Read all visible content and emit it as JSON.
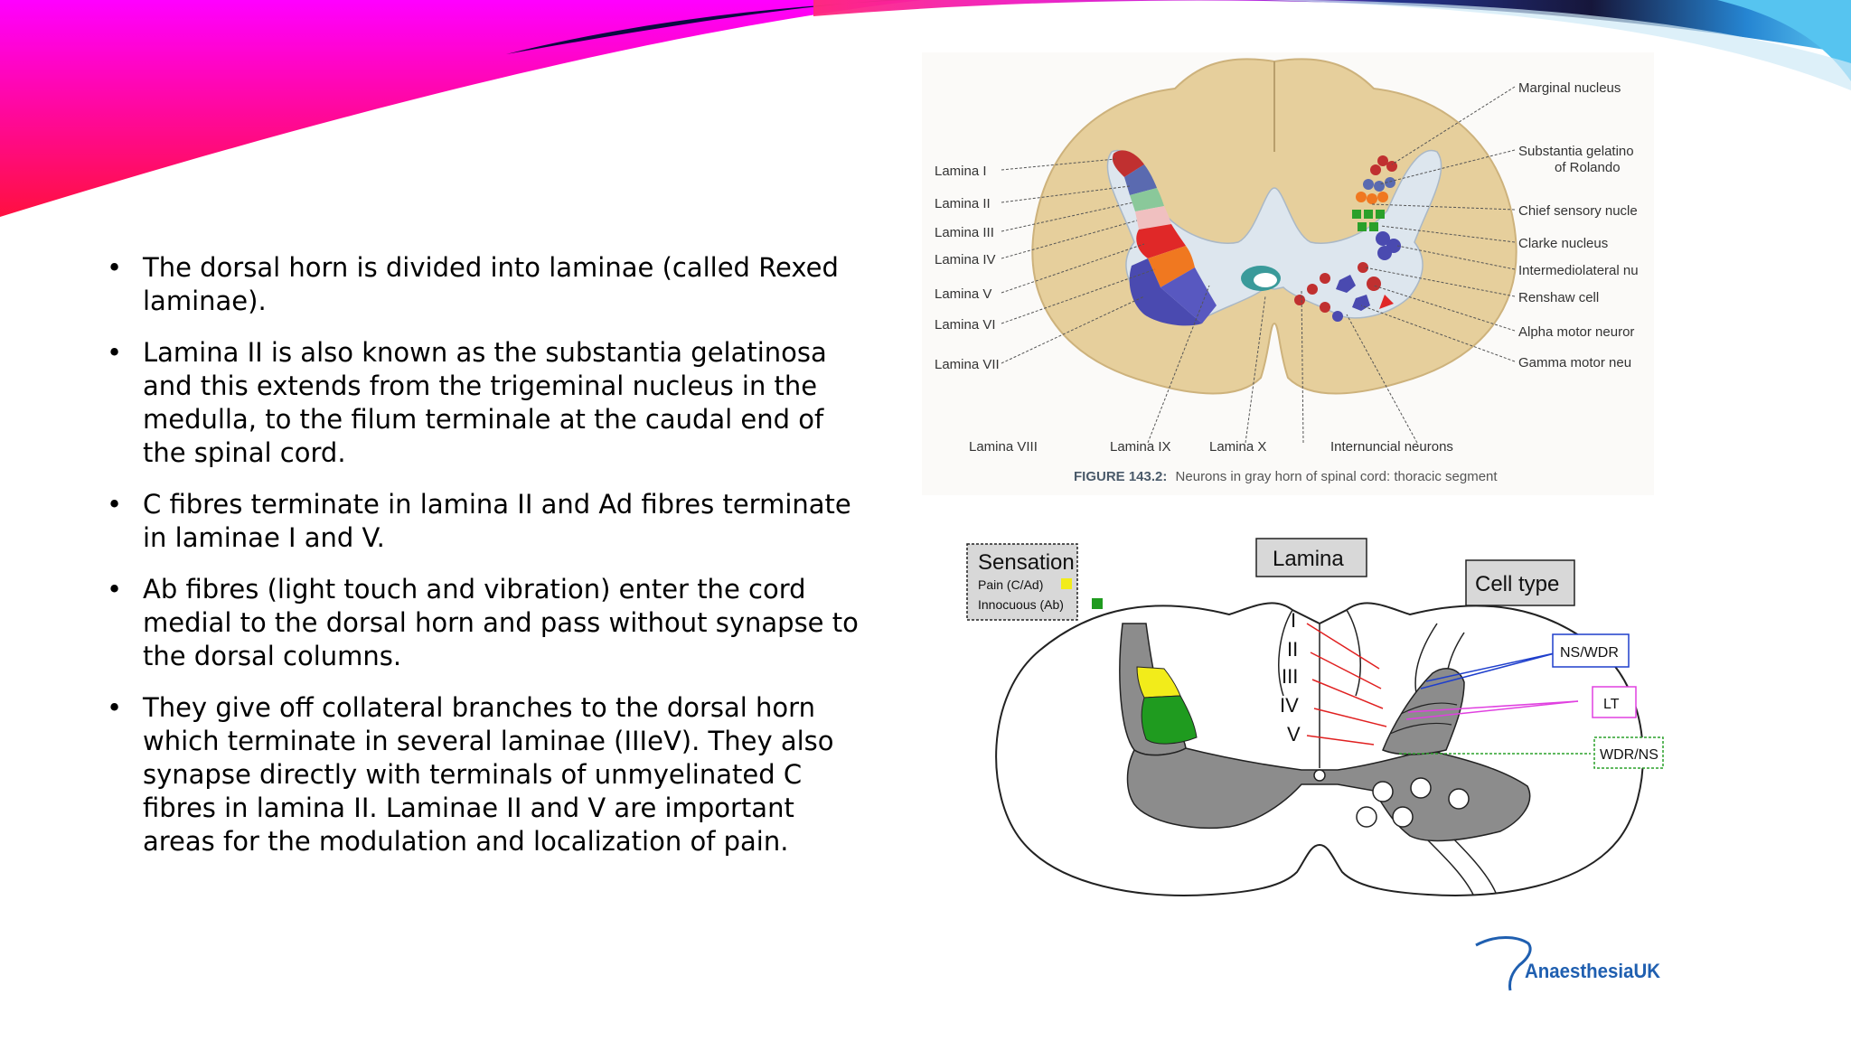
{
  "bullets": [
    "The dorsal horn is divided into laminae (called Rexed laminae).",
    "Lamina II is also known as the substantia gelatinosa and this extends from the trigeminal nucleus in the medulla, to the filum terminale at the caudal end of the spinal cord.",
    "C fibres terminate in lamina II and Ad fibres terminate in laminae I and V.",
    "Ab fibres (light touch and vibration) enter the cord medial to the dorsal horn and pass without synapse to the dorsal columns.",
    "They give off collateral branches to the dorsal horn which terminate in several laminae (IIIeV). They also synapse directly with terminals of unmyelinated C fibres in lamina II. Laminae II and V are important areas for the modulation and localization of pain."
  ],
  "figure1": {
    "left_labels": [
      "Lamina I",
      "Lamina II",
      "Lamina III",
      "Lamina IV",
      "Lamina V",
      "Lamina VI",
      "Lamina VII"
    ],
    "right_labels": [
      "Marginal nucleus",
      "Substantia gelatino",
      "of Rolando",
      "Chief sensory nucle",
      "Clarke nucleus",
      "Intermediolateral nu",
      "Renshaw cell",
      "Alpha motor neuror",
      "Gamma motor neu"
    ],
    "bottom_labels": [
      "Lamina VIII",
      "Lamina IX",
      "Lamina X",
      "Internuncial neurons"
    ],
    "caption_bold": "FIGURE 143.2:",
    "caption_text": "Neurons in gray horn of spinal cord: thoracic segment"
  },
  "figure2": {
    "sensation_title": "Sensation",
    "sensation_pain": "Pain (C/Ad)",
    "sensation_innocuous": "Innocuous (Ab)",
    "lamina_title": "Lamina",
    "celltype_title": "Cell type",
    "numerals": [
      "I",
      "II",
      "III",
      "IV",
      "V"
    ],
    "cell_types": [
      "NS/WDR",
      "LT",
      "WDR/NS"
    ]
  },
  "logo": {
    "text": "AnaesthesiaUK"
  },
  "colors": {
    "pain": "#f2ec1a",
    "innocuous": "#1f9b1f",
    "ns_wdr": "#1f3fcc",
    "lt": "#e040e0",
    "wdr_ns": "#2aa02a",
    "lamina_lines": "#e02020"
  }
}
